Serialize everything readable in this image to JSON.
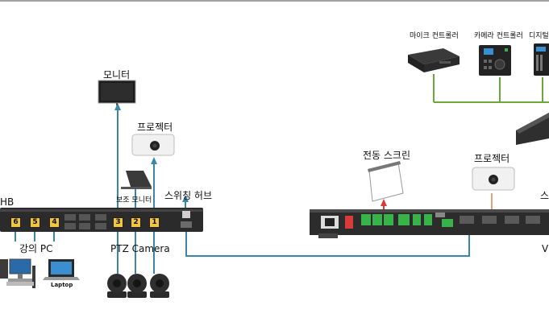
{
  "labels": {
    "hb": "HB",
    "monitor": "모니터",
    "projector_left": "프로젝터",
    "aux_monitor": "보조 모니터",
    "switching_hub": "스위칭 허브",
    "lecture_pc": "강의 PC",
    "laptop": "Laptop",
    "ptz_camera": "PTZ Camera",
    "electric_screen": "전동 스크린",
    "projector_right": "프로젝터",
    "mic_controller": "마이크 컨트롤러",
    "camera_controller": "카메라 컨트롤러",
    "digital_partial": "디지털",
    "v_partial": "V",
    "s_partial": "스"
  },
  "inputs": [
    "6",
    "5",
    "4",
    "3",
    "2",
    "1"
  ],
  "colors": {
    "blue_line": "#3a87a8",
    "green_line": "#6aa83a",
    "orange_line": "#e8a27a",
    "red_line": "#d93b3b",
    "tag_fill": "#f2c53d"
  }
}
